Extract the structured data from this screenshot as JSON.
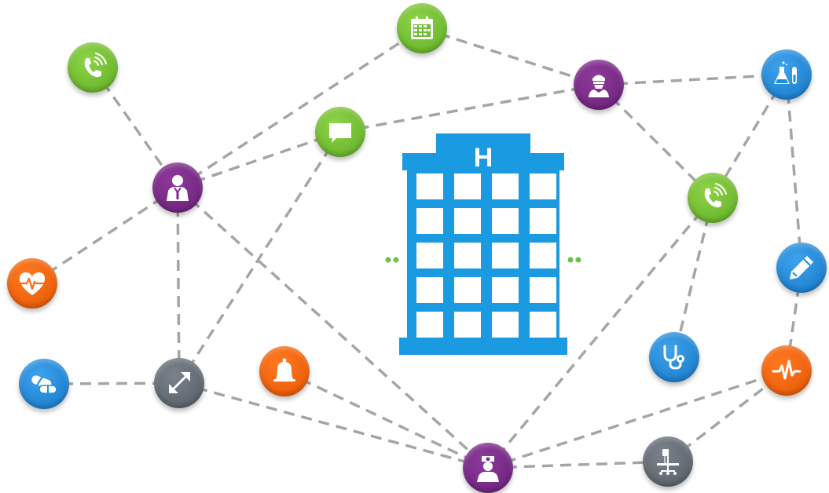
{
  "hospital": {
    "sign": "H",
    "color": "#1a9ae0",
    "dot_color": "#6cc04a"
  },
  "colors": {
    "green": "#6cbf2f",
    "purple": "#7b2a8a",
    "blue": "#1a8ee0",
    "orange": "#ff6a10",
    "gray": "#5f6770",
    "link": "#a5a5a5"
  },
  "nodes": [
    {
      "id": "phone-top-left",
      "icon": "phone-icon",
      "color": "green"
    },
    {
      "id": "calendar",
      "icon": "calendar-icon",
      "color": "green"
    },
    {
      "id": "surgeon",
      "icon": "surgeon-icon",
      "color": "purple"
    },
    {
      "id": "lab-flask",
      "icon": "lab-flask-icon",
      "color": "blue"
    },
    {
      "id": "chat",
      "icon": "chat-icon",
      "color": "green"
    },
    {
      "id": "doctor",
      "icon": "doctor-icon",
      "color": "purple"
    },
    {
      "id": "phone-right",
      "icon": "phone-icon",
      "color": "green"
    },
    {
      "id": "heart",
      "icon": "heart-pulse-icon",
      "color": "orange"
    },
    {
      "id": "pencil",
      "icon": "pencil-icon",
      "color": "blue"
    },
    {
      "id": "pills",
      "icon": "pills-icon",
      "color": "blue"
    },
    {
      "id": "expand",
      "icon": "expand-arrow-icon",
      "color": "gray"
    },
    {
      "id": "bell",
      "icon": "bell-icon",
      "color": "orange"
    },
    {
      "id": "stethoscope",
      "icon": "stethoscope-icon",
      "color": "blue"
    },
    {
      "id": "pulse",
      "icon": "pulse-icon",
      "color": "orange"
    },
    {
      "id": "nurse",
      "icon": "nurse-icon",
      "color": "purple"
    },
    {
      "id": "iv-stand",
      "icon": "iv-stand-icon",
      "color": "gray"
    }
  ],
  "links": [
    [
      "phone-top-left",
      "doctor"
    ],
    [
      "doctor",
      "calendar"
    ],
    [
      "doctor",
      "chat"
    ],
    [
      "doctor",
      "heart"
    ],
    [
      "doctor",
      "expand"
    ],
    [
      "doctor",
      "nurse"
    ],
    [
      "calendar",
      "surgeon"
    ],
    [
      "chat",
      "surgeon"
    ],
    [
      "chat",
      "expand"
    ],
    [
      "surgeon",
      "lab-flask"
    ],
    [
      "surgeon",
      "phone-right"
    ],
    [
      "lab-flask",
      "phone-right"
    ],
    [
      "lab-flask",
      "pencil"
    ],
    [
      "pencil",
      "pulse"
    ],
    [
      "phone-right",
      "stethoscope"
    ],
    [
      "phone-right",
      "nurse"
    ],
    [
      "pills",
      "expand"
    ],
    [
      "expand",
      "nurse"
    ],
    [
      "bell",
      "nurse"
    ],
    [
      "nurse",
      "pulse"
    ],
    [
      "nurse",
      "iv-stand"
    ],
    [
      "iv-stand",
      "pulse"
    ]
  ]
}
